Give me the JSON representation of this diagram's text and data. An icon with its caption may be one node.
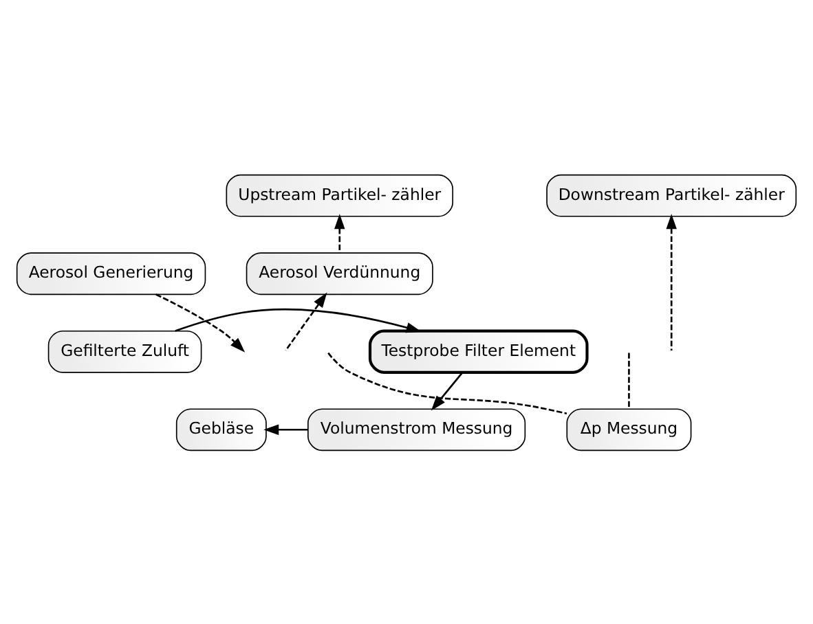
{
  "diagram": {
    "nodes": [
      {
        "text": [
          "Upstream Partikel- zähler"
        ]
      },
      {
        "text": [
          "Downstream Partikel- zähler"
        ]
      },
      {
        "text": [
          "Aerosol Generierung"
        ]
      },
      {
        "text": [
          "Aerosol Verdünnung"
        ]
      },
      {
        "text": [
          "Gefilterte Zuluft"
        ]
      },
      {
        "text": [
          "Testprobe Filter Element"
        ]
      },
      {
        "text": [
          "Δp Messung"
        ]
      },
      {
        "text": [
          "Volumenstrom Messung"
        ]
      },
      {
        "text": [
          "Gebläse"
        ]
      }
    ],
    "edges": [
      {
        "from": 4,
        "to": 5,
        "arrow": "to"
      },
      {
        "from": 2,
        "to": null,
        "arrow": "to",
        "style": "dashed"
      },
      {
        "from": null,
        "to": 3,
        "arrow": "to",
        "style": "dashed"
      },
      {
        "from": 3,
        "to": 0,
        "arrow": "to",
        "style": "dashed"
      },
      {
        "from": null,
        "to": 1,
        "arrow": "to",
        "style": "dashed"
      },
      {
        "from": null,
        "to": 6,
        "arrow": "none",
        "style": "dashed"
      },
      {
        "from": 6,
        "to": null,
        "arrow": "none",
        "style": "dashed"
      },
      {
        "from": 5,
        "to": 7,
        "arrow": "to"
      },
      {
        "from": 7,
        "to": 8,
        "arrow": "to"
      }
    ]
  }
}
